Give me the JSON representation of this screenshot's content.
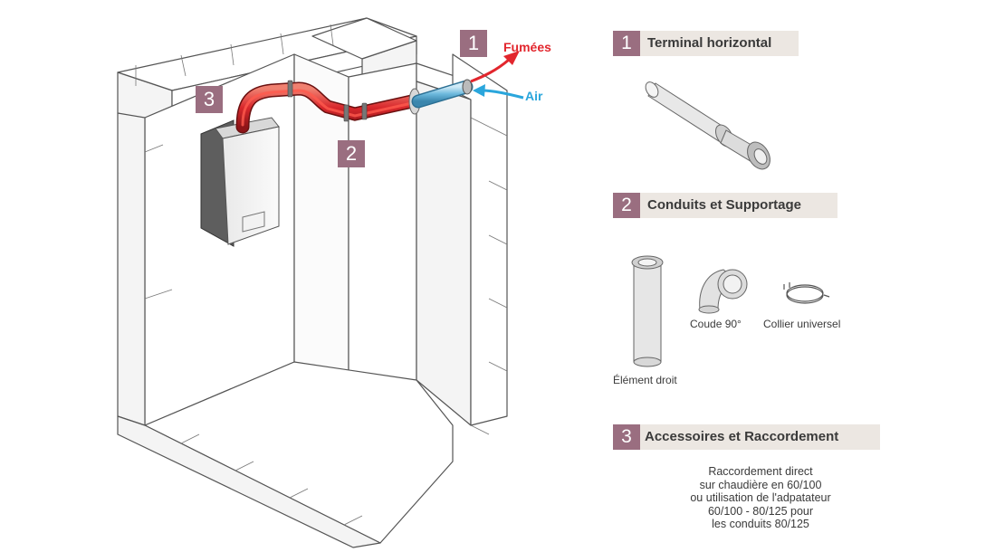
{
  "colors": {
    "accent_badge": "#9a6e80",
    "header_bg": "#ece7e2",
    "flue_red": "#e2262d",
    "air_blue": "#2aa6dc"
  },
  "diagram": {
    "label_fumees": "Fumées",
    "label_air": "Air",
    "badge_1": "1",
    "badge_2": "2",
    "badge_3": "3"
  },
  "sections": [
    {
      "number": "1",
      "title": "Terminal horizontal"
    },
    {
      "number": "2",
      "title": "Conduits et Supportage"
    },
    {
      "number": "3",
      "title": "Accessoires et Raccordement"
    }
  ],
  "parts": {
    "element_droit": "Élément droit",
    "coude": "Coude 90°",
    "collier": "Collier universel"
  },
  "accessories_description": [
    "Raccordement direct",
    "sur chaudière en 60/100",
    "ou utilisation de l'adpatateur",
    "60/100 - 80/125 pour",
    "les conduits 80/125"
  ]
}
